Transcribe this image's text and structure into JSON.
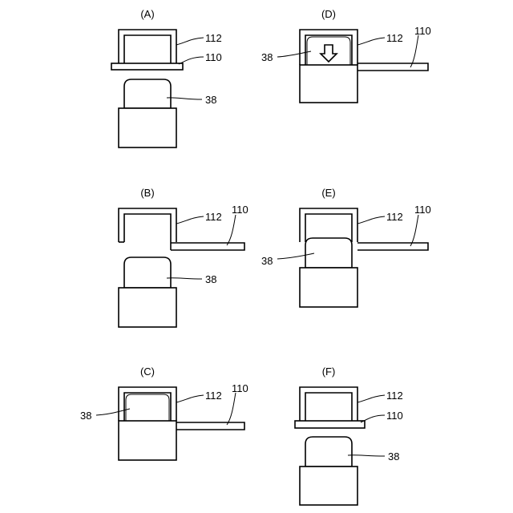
{
  "panels": {
    "A": {
      "title": "(A)",
      "label_cover": "112",
      "label_sheet": "110",
      "label_member": "38"
    },
    "B": {
      "title": "(B)",
      "label_cover": "112",
      "label_sheet": "110",
      "label_member": "38"
    },
    "C": {
      "title": "(C)",
      "label_cover": "112",
      "label_sheet": "110",
      "label_member": "38"
    },
    "D": {
      "title": "(D)",
      "label_cover": "112",
      "label_sheet": "110",
      "label_member": "38"
    },
    "E": {
      "title": "(E)",
      "label_cover": "112",
      "label_sheet": "110",
      "label_member": "38"
    },
    "F": {
      "title": "(F)",
      "label_cover": "112",
      "label_sheet": "110",
      "label_member": "38"
    }
  },
  "icons": {
    "press_arrow": "down-arrow-icon"
  }
}
